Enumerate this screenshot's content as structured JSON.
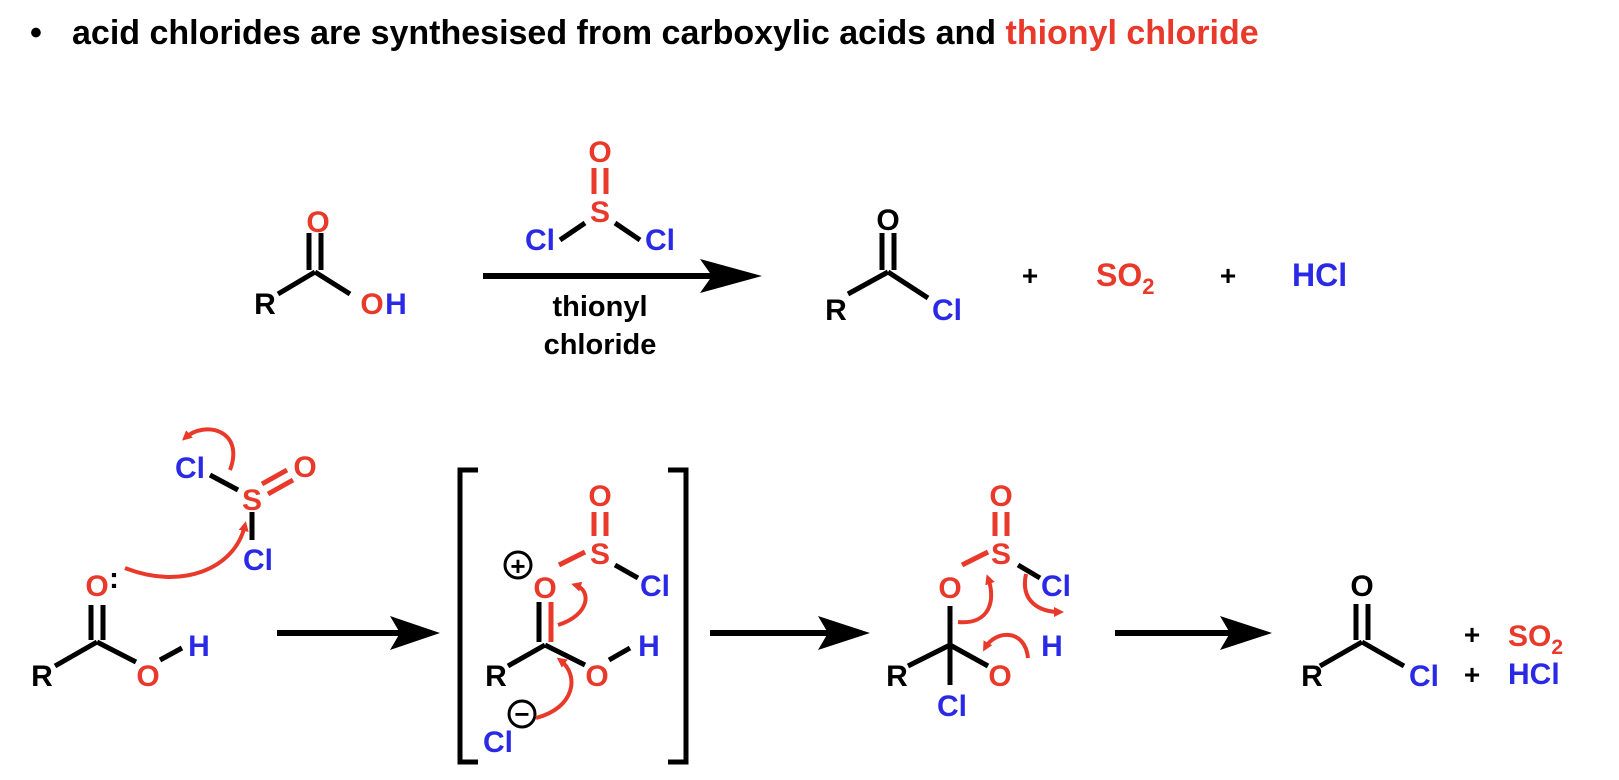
{
  "heading": {
    "bullet": "•",
    "text": "acid chlorides are synthesised from carboxylic acids and",
    "highlight": "thionyl chloride"
  },
  "labels": {
    "O": "O",
    "S": "S",
    "Cl": "Cl",
    "R": "R",
    "H": "H",
    "HCl": "HCl",
    "SO": "SO",
    "sub2": "2",
    "plus": "+",
    "colon": ":",
    "minus": "−"
  },
  "reagent": {
    "line1": "thionyl",
    "line2": "chloride"
  },
  "colors": {
    "oxygen_sulfur": "#e8392a",
    "chlorine_hydrogen": "#2a2ae6",
    "bonds": "#000000",
    "arrows": "#e8392a"
  }
}
